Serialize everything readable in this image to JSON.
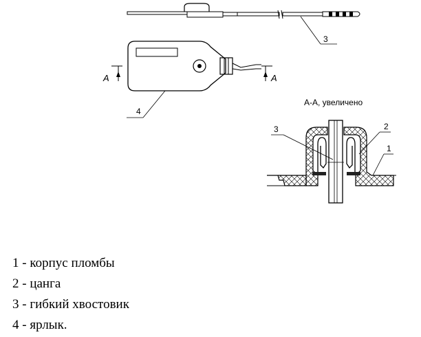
{
  "callouts": {
    "top_tail": "3",
    "tag": "4",
    "section_body": "1",
    "section_collet": "2",
    "section_tail": "3"
  },
  "section_marks": {
    "left": "А",
    "right": "А"
  },
  "section_title": "А-А, увеличено",
  "legend": [
    {
      "number": "1",
      "text": "корпус пломбы"
    },
    {
      "number": "2",
      "text": "цанга"
    },
    {
      "number": "3",
      "text": "гибкий хвостовик"
    },
    {
      "number": "4",
      "text": "ярлык."
    }
  ]
}
